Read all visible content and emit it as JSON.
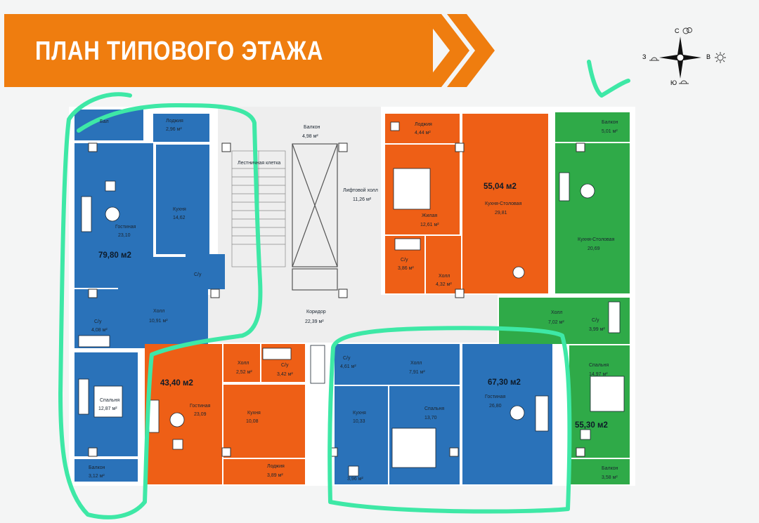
{
  "header": {
    "title": "ПЛАН ТИПОВОГО ЭТАЖА"
  },
  "compass": {
    "north": "С",
    "south": "Ю",
    "west": "З",
    "east": "В"
  },
  "colors": {
    "blue": "#2a72b9",
    "orange": "#ee5f16",
    "green": "#2faa48",
    "accent": "#ef7d0f",
    "highlight": "#3ee8a6"
  },
  "apartments": {
    "a1": {
      "area": "79,80 м2"
    },
    "a2": {
      "area": "43,40 м2"
    },
    "a3": {
      "area": "55,04 м2"
    },
    "a4": {
      "area": "67,30 м2"
    },
    "a5": {
      "area": "55,30 м2"
    }
  },
  "rooms": {
    "loggia_a1": {
      "name": "Лоджия",
      "area": "2,96 м²"
    },
    "balcony_top_left": {
      "name": "Бал",
      "area": ""
    },
    "kitchen_a1": {
      "name": "Кухня",
      "area": "14,62"
    },
    "living_a1": {
      "name": "Гостиная",
      "area": "23,10"
    },
    "wc_a1a": {
      "name": "С/у",
      "area": ""
    },
    "hall_a1": {
      "name": "Холл",
      "area": "10,91 м²"
    },
    "wc_a1b": {
      "name": "С/у",
      "area": "4,08 м²"
    },
    "bedroom_a1": {
      "name": "Спальня",
      "area": "12,87 м²"
    },
    "balcony_a1": {
      "name": "Балкон",
      "area": "3,12 м²"
    },
    "stairs": {
      "name": "Лестничная клетка",
      "area": ""
    },
    "balcony_top_mid": {
      "name": "Балкон",
      "area": "4,98 м²"
    },
    "lift_hall": {
      "name": "Лифтовой холл",
      "area": "11,26 м²"
    },
    "corridor": {
      "name": "Коридор",
      "area": "22,39 м²"
    },
    "loggia_a3": {
      "name": "Лоджия",
      "area": "4,44 м²"
    },
    "bedroom_a3": {
      "name": "Жилая",
      "area": "12,61 м²"
    },
    "kitchen_a3": {
      "name": "Кухня-Столовая",
      "area": "29,81"
    },
    "wc_a3": {
      "name": "С/у",
      "area": "3,86 м²"
    },
    "hall_a3": {
      "name": "Холл",
      "area": "4,32 м²"
    },
    "balcony_a5": {
      "name": "Балкон",
      "area": "5,01 м²"
    },
    "kitchen_a5": {
      "name": "Кухня-Столовая",
      "area": "20,69"
    },
    "hall_a5": {
      "name": "Холл",
      "area": "7,02 м²"
    },
    "wc_a5": {
      "name": "С/у",
      "area": "3,99 м²"
    },
    "bedroom_a5": {
      "name": "Спальня",
      "area": "14,97 м²"
    },
    "balcony_a5b": {
      "name": "Балкон",
      "area": "3,58 м²"
    },
    "hall_a2": {
      "name": "Холл",
      "area": "2,52 м²"
    },
    "wc_a2": {
      "name": "С/у",
      "area": "3,42 м²"
    },
    "living_a2": {
      "name": "Гостиная",
      "area": "23,09"
    },
    "kitchen_a2": {
      "name": "Кухня",
      "area": "10,08"
    },
    "loggia_a2": {
      "name": "Лоджия",
      "area": "3,89 м²"
    },
    "wc_a4": {
      "name": "С/у",
      "area": "4,61 м²"
    },
    "hall_a4": {
      "name": "Холл",
      "area": "7,91 м²"
    },
    "kitchen_a4": {
      "name": "Кухня",
      "area": "10,33"
    },
    "bedroom_a4": {
      "name": "Спальня",
      "area": "13,70"
    },
    "living_a4": {
      "name": "Гостиная",
      "area": "26,80"
    },
    "loggia_a4": {
      "name": "",
      "area": "3,96 м²"
    }
  }
}
